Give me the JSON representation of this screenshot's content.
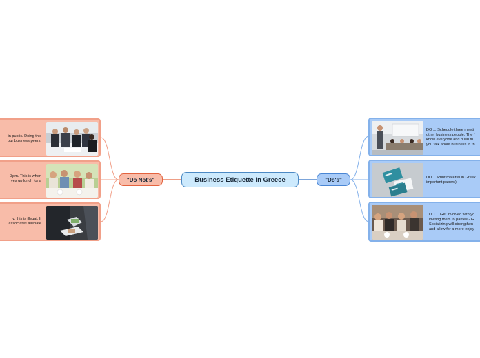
{
  "map": {
    "central_topic": "Business Etiquette in Greece",
    "left_branch": {
      "label": "\"Do Not's\"",
      "items": [
        {
          "text": "in public. Doing this\nour business peers.",
          "image": "business-meeting-photo"
        },
        {
          "text": "3pm. This is when\nves up lunch for a",
          "image": "group-lunch-photo"
        },
        {
          "text": "y, this is illegal. If\nassociates alienate",
          "image": "money-handover-photo"
        }
      ]
    },
    "right_branch": {
      "label": "\"Do's\"",
      "items": [
        {
          "text": "DO ... Schedule three meeti\nother business people. The f\nknow everyone and build tru\nyou talk about business in th",
          "image": "presentation-meeting-photo"
        },
        {
          "text": "DO ... Print material in Greek\nimportant papers).",
          "image": "business-cards-photo"
        },
        {
          "text": "DO ... Get involved with yo\ninviting them to parties - G\nSocializing will strengthen\nand allow for a more enjoy",
          "image": "social-dinner-photo"
        }
      ]
    }
  },
  "colors": {
    "central_fill": "#cdeafd",
    "central_border": "#4d8ac4",
    "donts_fill": "#f8bca9",
    "donts_border": "#e3633f",
    "dos_fill": "#a9cbf7",
    "dos_border": "#4a86d4"
  }
}
